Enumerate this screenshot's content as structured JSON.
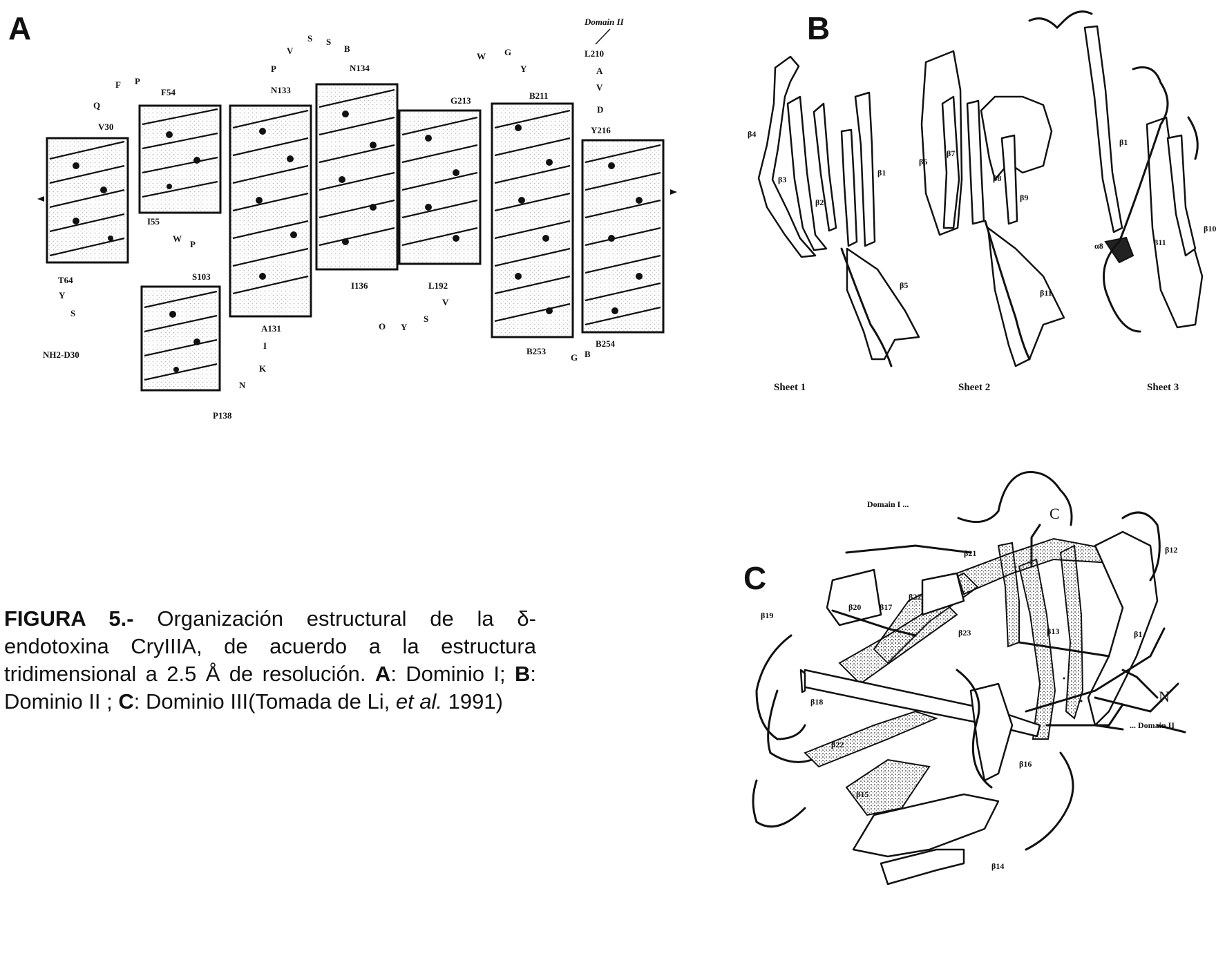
{
  "panels": {
    "a_letter": "A",
    "b_letter": "B",
    "c_letter": "C"
  },
  "panel_a": {
    "domain_label": "Domain II",
    "residue_labels": [
      "V30",
      "F54",
      "I55",
      "S103",
      "N133",
      "N134",
      "I136",
      "A131",
      "P138",
      "G213",
      "L192",
      "B211",
      "B253",
      "B254",
      "L210",
      "Y216",
      "T64",
      "NH2-D30"
    ],
    "loose_letters": [
      "Q",
      "F",
      "P",
      "P",
      "V",
      "S",
      "S",
      "B",
      "W",
      "G",
      "Y",
      "A",
      "V",
      "D",
      "I",
      "K",
      "N",
      "O",
      "Y",
      "S",
      "V",
      "Y",
      "W",
      "P",
      "S",
      "G",
      "B"
    ]
  },
  "panel_b": {
    "sheets": [
      "Sheet 1",
      "Sheet 2",
      "Sheet 3"
    ],
    "strand_labels_sheet1": [
      "β4",
      "β3",
      "β2",
      "β1",
      "β5"
    ],
    "strand_labels_sheet2": [
      "β6",
      "β7",
      "β8",
      "β9",
      "β11"
    ],
    "strand_labels_sheet3": [
      "β1",
      "β10",
      "β11",
      "α8"
    ]
  },
  "panel_c": {
    "domain_i_label": "Domain I ...",
    "domain_ii_label": "... Domain II",
    "c_term": "C",
    "n_term": "N",
    "strand_labels": [
      "β21",
      "β12",
      "β20",
      "β17",
      "β22",
      "β19",
      "β23",
      "β13",
      "β1",
      "β18",
      "β22",
      "β16",
      "β15",
      "β14"
    ]
  },
  "caption": {
    "figure_label": "FIGURA 5.-",
    "text_1": " Organización estructural de la δ-endotoxina CryIIIA, de acuerdo a la estructura tridimensional a 2.5 Å de resolución. ",
    "a_key": "A",
    "a_text": ": Dominio I; ",
    "b_key": "B",
    "b_text": ": Dominio II ; ",
    "c_key": "C",
    "c_text": ": Dominio III(Tomada de Li, ",
    "et_al": "et al.",
    "year": " 1991)"
  }
}
